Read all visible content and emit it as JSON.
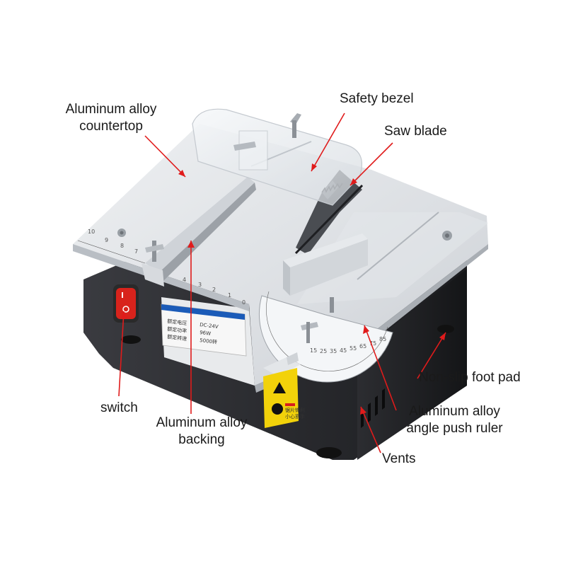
{
  "labels": {
    "countertop": [
      "Aluminum alloy",
      "countertop"
    ],
    "safety_bezel": "Safety bezel",
    "saw_blade": "Saw blade",
    "foot_pad": "Non-slip foot pad",
    "switch": "switch",
    "backing": [
      "Aluminum alloy",
      "backing"
    ],
    "push_ruler": [
      "Aluminum alloy",
      "angle push ruler"
    ],
    "vents": "Vents"
  },
  "nameplate": {
    "rows": [
      [
        "额定电压",
        "DC-24V"
      ],
      [
        "额定功率",
        "96W"
      ],
      [
        "额定转速",
        "5000转"
      ]
    ]
  },
  "ruler_front_ticks": [
    "4",
    "3",
    "2",
    "1",
    "0"
  ],
  "ruler_side_ticks": [
    "10",
    "9",
    "8",
    "7"
  ],
  "protractor_ticks": [
    "15",
    "25",
    "35",
    "45",
    "55",
    "65",
    "75",
    "85"
  ],
  "warning_label": [
    "锯片锋利",
    "小心割手"
  ],
  "colors": {
    "annotation": "#e01b1b",
    "body": "#2e2f33",
    "table": "#dfe2e5",
    "switch": "#d8231c",
    "warning": "#f2d20a"
  }
}
